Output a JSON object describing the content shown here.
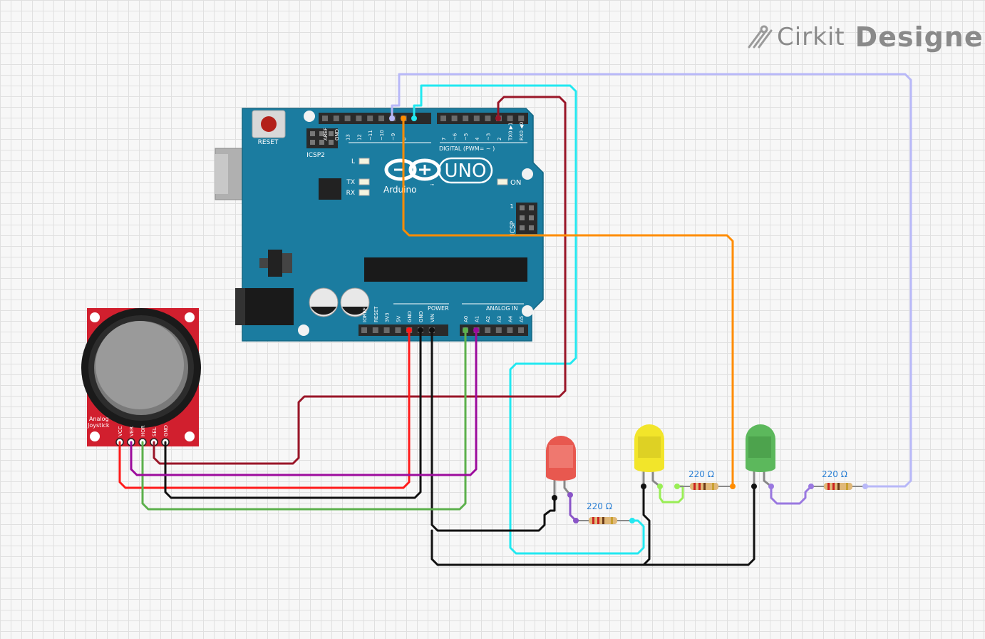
{
  "app": {
    "brand_part1": "Cirkit",
    "brand_part2": "Designer"
  },
  "arduino": {
    "reset_label": "RESET",
    "icsp2_label": "ICSP2",
    "icsp_label": "ICSP",
    "led_l": "L",
    "led_tx": "TX",
    "led_rx": "RX",
    "on_label": "ON",
    "brand": "Arduino",
    "model": "UNO",
    "tm": "™",
    "digital_label": "DIGITAL (PWM= ~ )",
    "power_label": "POWER",
    "analog_label": "ANALOG IN",
    "icsp_pin1": "1",
    "digital_pins_left": [
      "AREF",
      "GND",
      "13",
      "12",
      "~11",
      "~10",
      "~9",
      "8"
    ],
    "digital_pins_right": [
      "7",
      "~6",
      "~5",
      "4",
      "~3",
      "2",
      "TX0 ▶1",
      "RX0 ◀0"
    ],
    "power_pins": [
      "IOREF",
      "RESET",
      "3V3",
      "5V",
      "GND",
      "GND",
      "VIN"
    ],
    "analog_pins": [
      "A0",
      "A1",
      "A2",
      "A3",
      "A4",
      "A5"
    ]
  },
  "joystick": {
    "label_line1": "Analog",
    "label_line2": "Joystick",
    "pins": [
      "VCC",
      "VER",
      "HOR",
      "SEL",
      "GND"
    ]
  },
  "resistors": [
    {
      "label": "220  Ω"
    },
    {
      "label": "220  Ω"
    },
    {
      "label": "220  Ω"
    }
  ],
  "leds": [
    {
      "color_name": "red",
      "fill": "#e8584f"
    },
    {
      "color_name": "yellow",
      "fill": "#f2e52a"
    },
    {
      "color_name": "green",
      "fill": "#5cb85c"
    }
  ],
  "wire_colors": {
    "lavender": "#b8b8f8",
    "cyan": "#22e8f0",
    "darkred": "#9a1628",
    "orange": "#ff8c00",
    "red": "#ff1a1a",
    "black": "#111111",
    "green": "#5cb04c",
    "purple": "#9c0b9c",
    "violet": "#9a78e0",
    "lime": "#99ee55"
  }
}
